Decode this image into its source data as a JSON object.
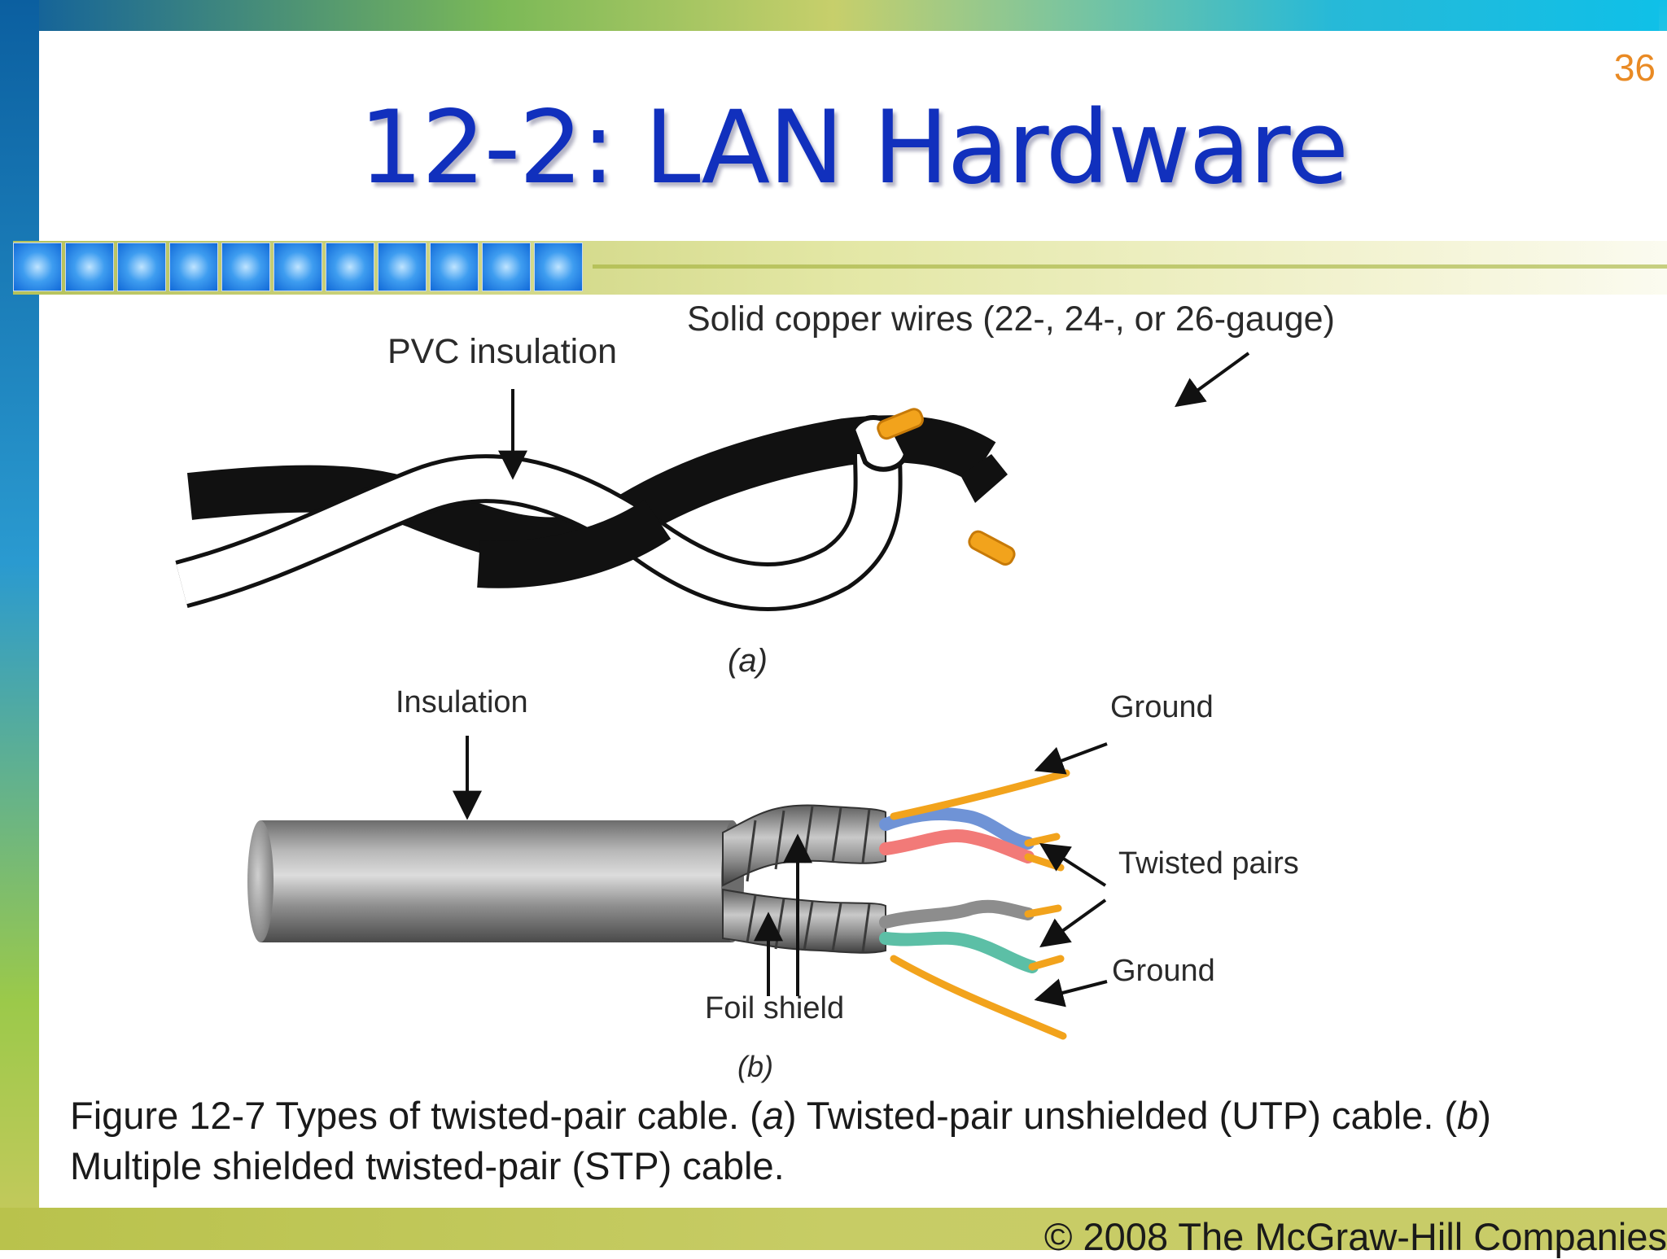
{
  "slide": {
    "page_number": "36",
    "title": "12-2: LAN Hardware"
  },
  "figure_a": {
    "label_pvc": "PVC insulation",
    "label_wires": "Solid copper wires (22-, 24-, or 26-gauge)",
    "caption_letter": "a"
  },
  "figure_b": {
    "label_insulation": "Insulation",
    "label_ground_top": "Ground",
    "label_twisted_pairs": "Twisted pairs",
    "label_ground_bottom": "Ground",
    "label_foil_shield": "Foil shield",
    "caption_letter": "b"
  },
  "caption": {
    "line1_a": "Figure 12-7 Types of twisted-pair cable. (",
    "line1_a_italic": "a",
    "line1_b": ") Twisted-pair unshielded (UTP) cable. (",
    "line1_b_italic": "b",
    "line1_c": ")",
    "line2": "Multiple shielded twisted-pair (STP) cable."
  },
  "footer": {
    "copyright": "© 2008 The McGraw-Hill Companies"
  },
  "colors": {
    "title_blue": "#1130bd",
    "page_number_orange": "#e98a24",
    "copper_orange": "#f2a31c"
  }
}
